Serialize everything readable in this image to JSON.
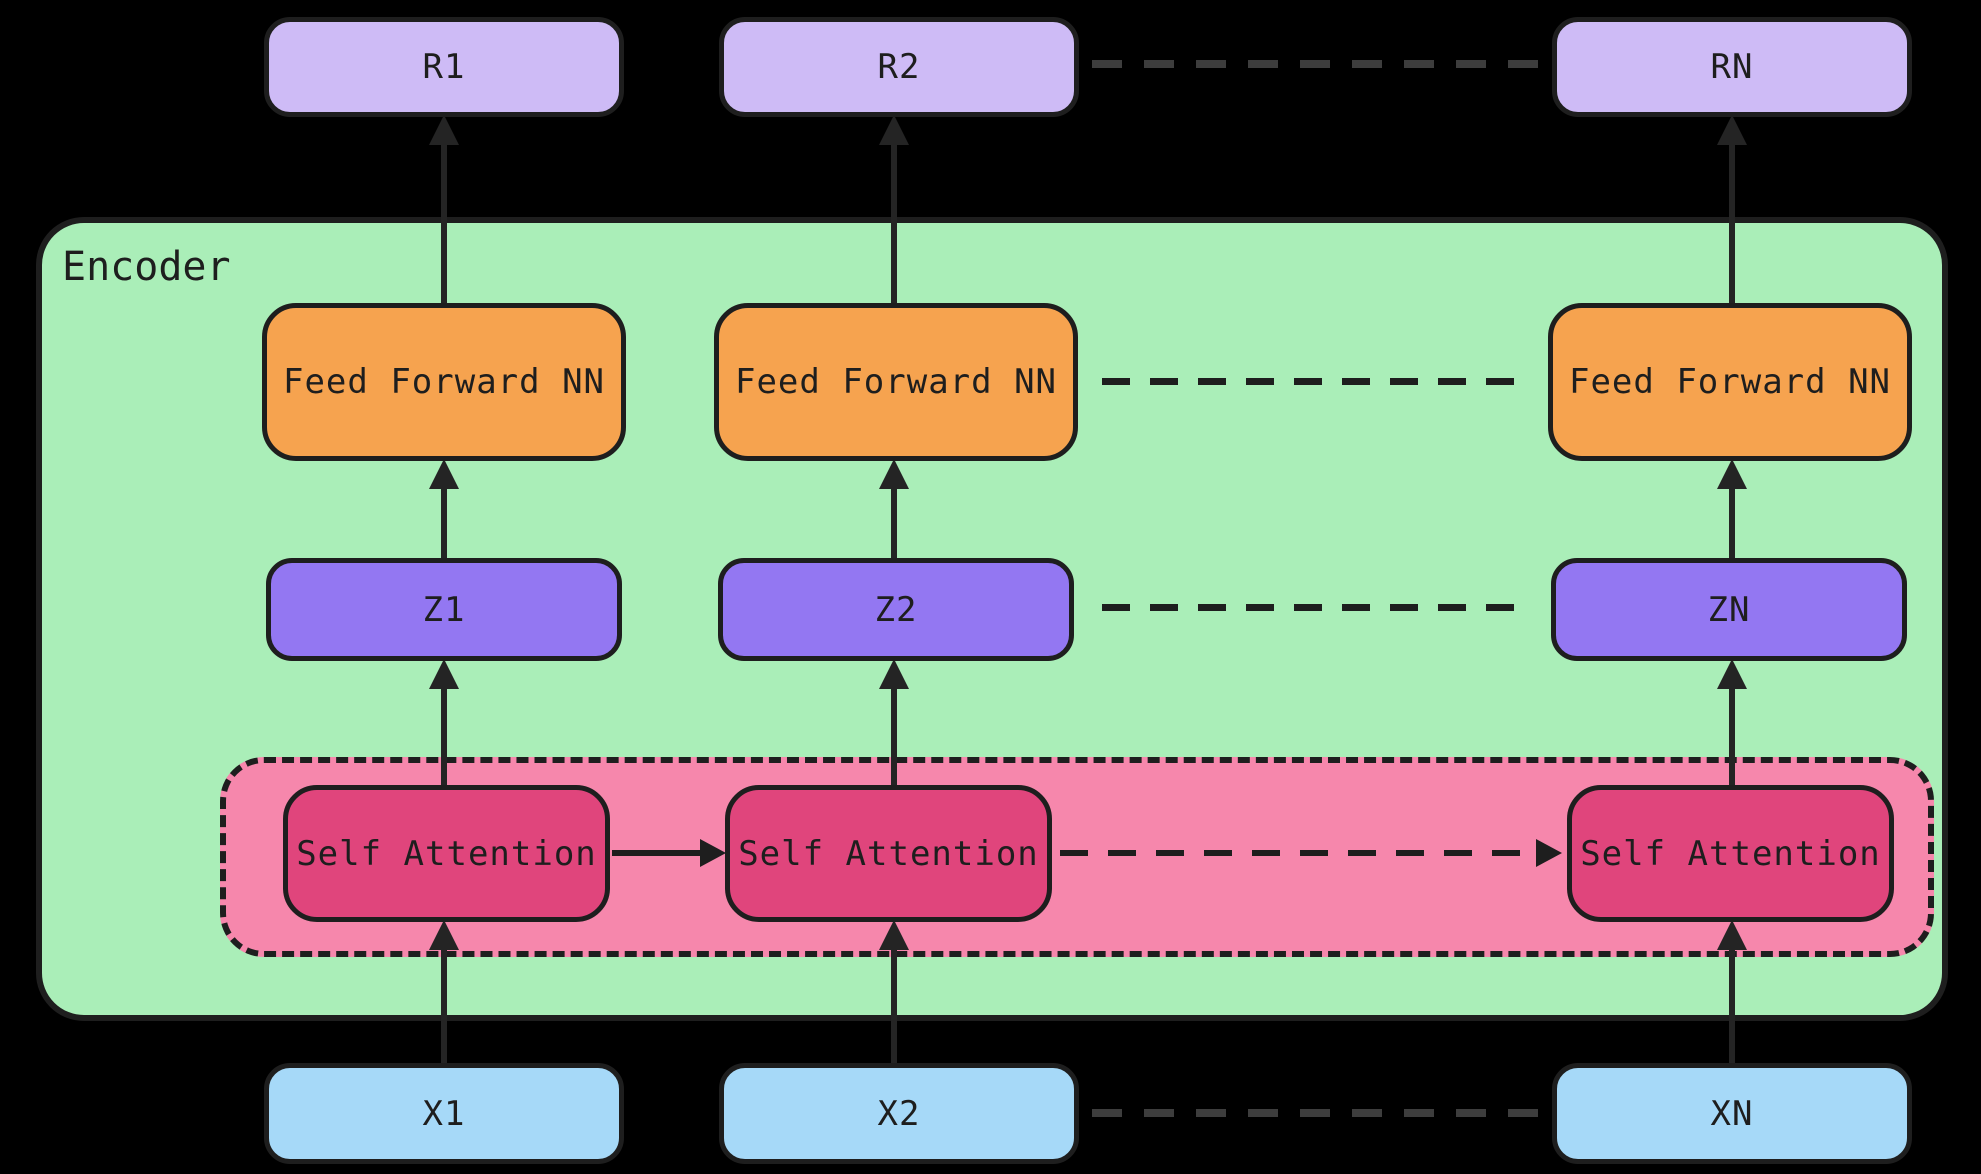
{
  "diagram": {
    "encoder_label": "Encoder",
    "columns": [
      {
        "output": "R1",
        "ffn": "Feed Forward NN",
        "hidden": "Z1",
        "attention": "Self Attention",
        "input": "X1"
      },
      {
        "output": "R2",
        "ffn": "Feed Forward NN",
        "hidden": "Z2",
        "attention": "Self Attention",
        "input": "X2"
      },
      {
        "output": "RN",
        "ffn": "Feed Forward NN",
        "hidden": "ZN",
        "attention": "Self Attention",
        "input": "XN"
      }
    ],
    "colors": {
      "background": "#000000",
      "ink": "#1e1e1e",
      "arrow": "#242424",
      "gray-dash": "#3d3d3d",
      "encoder-fill": "#aaeeb8",
      "attention-group-fill": "#f687ac",
      "attention-fill": "#e0457c",
      "ffn-fill": "#f6a34f",
      "hidden-fill": "#9377f2",
      "output-fill": "#cebbf6",
      "input-fill": "#a6d9f8"
    }
  }
}
